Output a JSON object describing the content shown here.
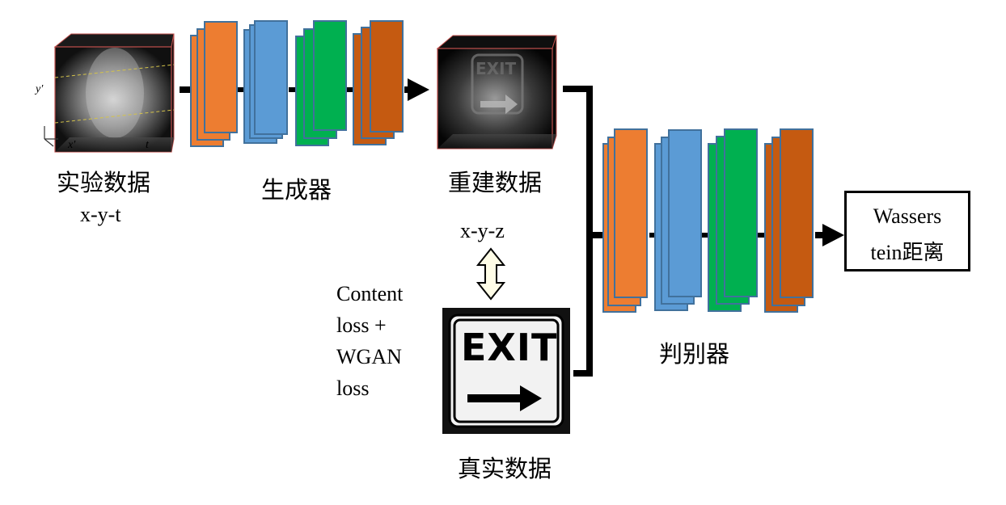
{
  "labels": {
    "experimental_data": "实验数据",
    "experimental_dims": "x-y-t",
    "generator": "生成器",
    "reconstructed_data": "重建数据",
    "reconstructed_dims": "x-y-z",
    "discriminator": "判别器",
    "real_data": "真实数据",
    "output_line1": "Wassers",
    "output_line2": "tein距离",
    "loss_lines": [
      "Content",
      "loss +",
      "WGAN",
      "loss"
    ],
    "cube_axis_y": "y′",
    "cube_axis_x": "x′",
    "cube_axis_t": "t",
    "exit_sign_text": "EXIT",
    "recon_sign_text": "EXIT"
  },
  "colors": {
    "orange": "#ed7d31",
    "blue": "#5b9bd5",
    "green": "#00b050",
    "rust": "#c55a11",
    "border": "#41719c",
    "line": "#000000",
    "cube_edge": "#c0504d"
  },
  "icons": {
    "arrow": "arrow-right-icon",
    "double_arrow": "double-arrow-vertical-icon"
  }
}
